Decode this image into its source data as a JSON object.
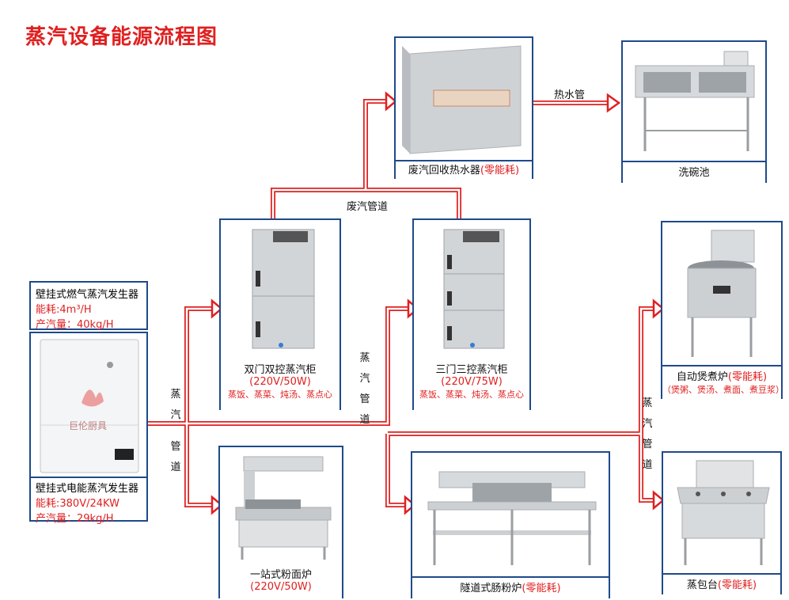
{
  "title": "蒸汽设备能源流程图",
  "colors": {
    "pipe": "#e02020",
    "border": "#1e4a8a",
    "steel": "#c9cdd2"
  },
  "labels": {
    "waste_pipe": "废汽管道",
    "hot_water_pipe": "热水管",
    "steam_left_1": "蒸",
    "steam_left_2": "汽",
    "steam_left_3": "管",
    "steam_left_4": "道",
    "steam_mid_1": "蒸",
    "steam_mid_2": "汽",
    "steam_mid_3": "管",
    "steam_mid_4": "道",
    "steam_right_1": "蒸",
    "steam_right_2": "汽",
    "steam_right_3": "管",
    "steam_right_4": "道"
  },
  "gas_gen": {
    "title": "壁挂式燃气蒸汽发生器",
    "energy": "能耗:4m³/H",
    "output": "产汽量：40kg/H"
  },
  "elec_gen": {
    "title": "壁挂式电能蒸汽发生器",
    "energy": "能耗:380V/24KW",
    "output": "产汽量：29kg/H",
    "brand": "巨伦厨具"
  },
  "recovery": {
    "name": "废汽回收热水器",
    "tag": "(零能耗)"
  },
  "sink": {
    "name": "洗碗池"
  },
  "cab2": {
    "name": "双门双控蒸汽柜",
    "spec": "(220V/50W)",
    "uses": "蒸饭、蒸菜、炖汤、蒸点心"
  },
  "cab3": {
    "name": "三门三控蒸汽柜",
    "spec": "(220V/75W)",
    "uses": "蒸饭、蒸菜、炖汤、蒸点心"
  },
  "boiler": {
    "name": "自动煲煮炉",
    "tag": "(零能耗)",
    "uses": "（煲粥、煲汤、煮面、煮豆浆）"
  },
  "noodle": {
    "name": "一站式粉面炉",
    "spec": "(220V/50W)"
  },
  "tunnel": {
    "name": "隧道式肠粉炉",
    "tag": "(零能耗)"
  },
  "bun": {
    "name": "蒸包台",
    "tag": "(零能耗)"
  }
}
